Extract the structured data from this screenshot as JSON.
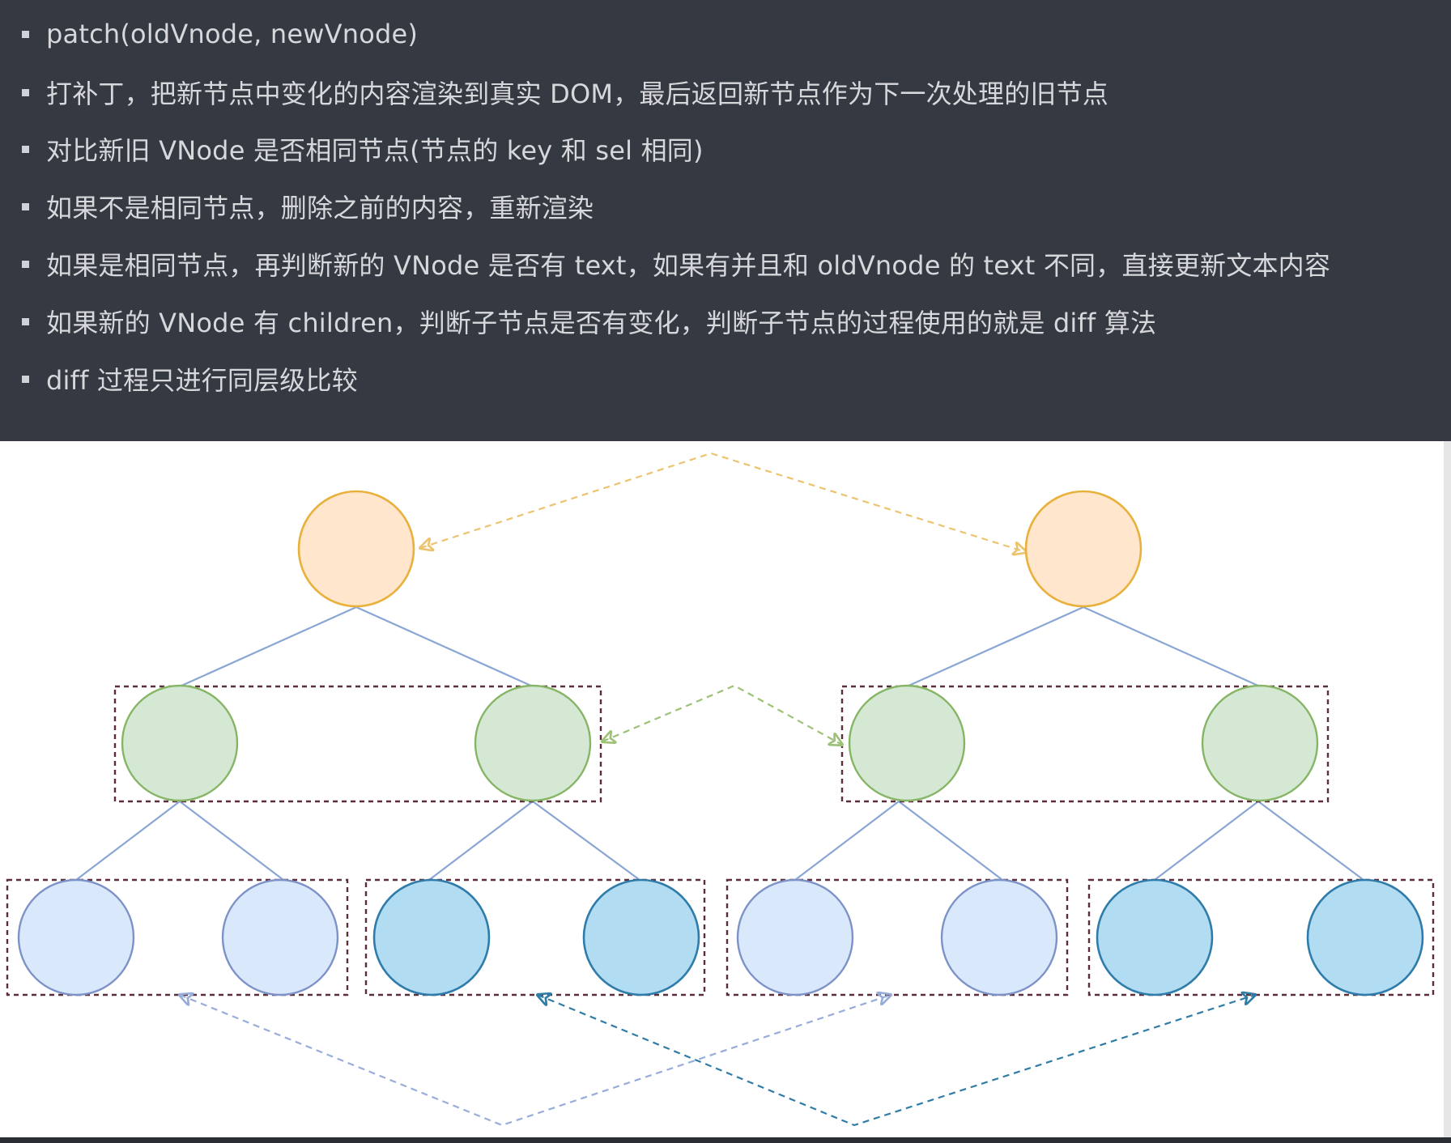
{
  "notes": {
    "bullets": [
      "patch(oldVnode, newVnode)",
      "打补丁，把新节点中变化的内容渲染到真实 DOM，最后返回新节点作为下一次处理的旧节点",
      "对比新旧 VNode 是否相同节点(节点的 key 和 sel 相同)",
      "如果不是相同节点，删除之前的内容，重新渲染",
      "如果是相同节点，再判断新的 VNode 是否有 text，如果有并且和 oldVnode 的 text 不同，直接更新文本内容",
      "如果新的 VNode 有 children，判断子节点是否有变化，判断子节点的过程使用的就是 diff 算法",
      "diff 过程只进行同层级比较"
    ]
  },
  "diagram": {
    "colors": {
      "root_fill": "#ffe6cc",
      "root_stroke": "#e8b13c",
      "level2_fill": "#d5e8d4",
      "level2_stroke": "#87b566",
      "leaf_light_fill": "#dae8fc",
      "leaf_light_stroke": "#7d93c8",
      "leaf_dark_fill": "#b1dcf2",
      "leaf_dark_stroke": "#2f7cab",
      "tree_edge": "#8aa6d4",
      "group_box": "#5c2d3a",
      "root_compare_arrow": "#ecc36e",
      "level2_compare_arrow": "#9cc177",
      "leaf_light_compare_arrow": "#97acd8",
      "leaf_dark_compare_arrow": "#2f7ca6"
    }
  }
}
